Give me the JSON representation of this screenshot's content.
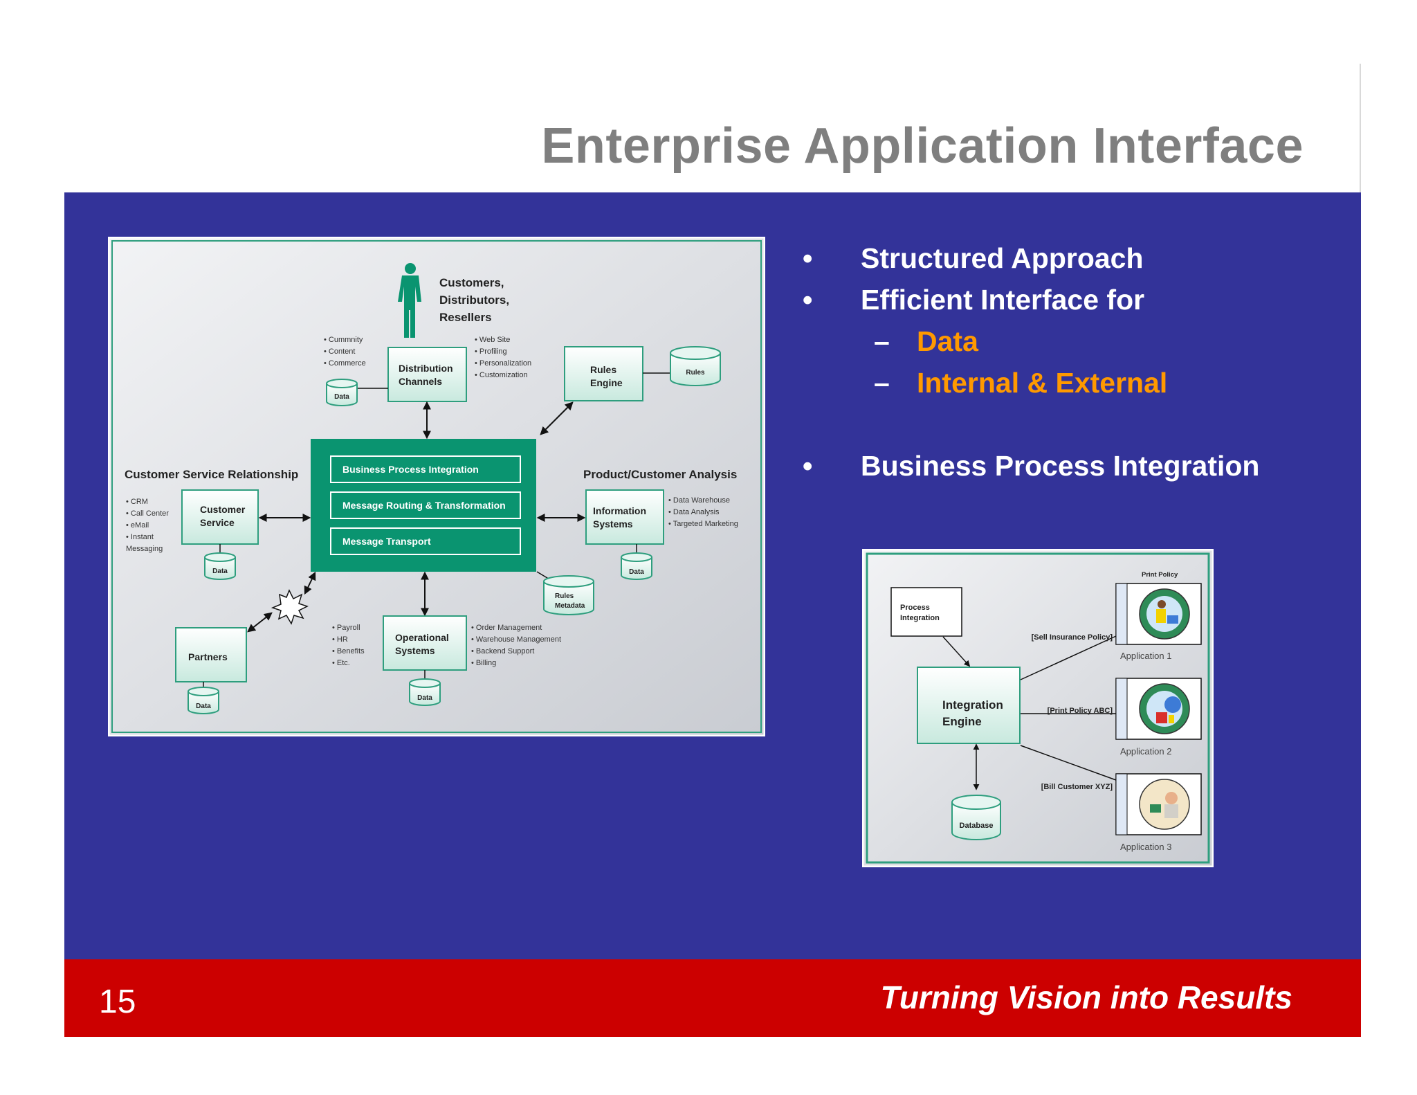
{
  "slide": {
    "title": "Enterprise Application Interface",
    "page_number": "15",
    "tagline": "Turning  Vision into Results"
  },
  "bullets": [
    {
      "level": 1,
      "marker": "•",
      "text": "Structured Approach"
    },
    {
      "level": 1,
      "marker": "•",
      "text": "Efficient Interface for"
    },
    {
      "level": 2,
      "marker": "–",
      "text": "Data"
    },
    {
      "level": 2,
      "marker": "–",
      "text": "Internal & External"
    },
    {
      "level": 1,
      "marker": "•",
      "text": "Business Process Integration"
    }
  ],
  "colors": {
    "panel": "#333399",
    "footer": "#cc0000",
    "title": "#7f7f7f",
    "subbullet": "#ff9900",
    "hub": "#0a9470",
    "box_fill": "#dff3ee",
    "box_stroke": "#2e9e7e"
  },
  "figure1": {
    "customers_label": [
      "Customers,",
      "Distributors,",
      "Resellers"
    ],
    "dist_left_bullets": [
      "• Cummnity",
      "• Content",
      "• Commerce"
    ],
    "dist_right_bullets": [
      "• Web Site",
      "• Profiling",
      "• Personalization",
      "• Customization"
    ],
    "distribution_channels": [
      "Distribution",
      "Channels"
    ],
    "rules_engine": [
      "Rules",
      "Engine"
    ],
    "rules_db": "Rules",
    "data": "Data",
    "hub_items": [
      "Business Process Integration",
      "Message Routing & Transformation",
      "Message Transport"
    ],
    "csr_header": "Customer  Service Relationship",
    "csr_bullets": [
      "• CRM",
      "• Call Center",
      "• eMail",
      "• Instant",
      "Messaging"
    ],
    "customer_service": [
      "Customer",
      "Service"
    ],
    "pca_header": "Product/Customer Analysis",
    "info_systems": [
      "Information",
      "Systems"
    ],
    "info_bullets": [
      "• Data Warehouse",
      "• Data Analysis",
      "• Targeted Marketing"
    ],
    "rules_metadata": [
      "Rules",
      "Metadata"
    ],
    "partners": "Partners",
    "ops_systems": [
      "Operational",
      "Systems"
    ],
    "ops_left_bullets": [
      "• Payroll",
      "• HR",
      "• Benefits",
      "• Etc."
    ],
    "ops_right_bullets": [
      "• Order Management",
      "• Warehouse Management",
      "• Backend Support",
      "• Billing"
    ]
  },
  "figure2": {
    "process_integration": [
      "Process",
      "Integration"
    ],
    "integration_engine": [
      "Integration",
      "Engine"
    ],
    "database": "Database",
    "print_policy": "Print Policy",
    "links": [
      "[Sell Insurance Policy]",
      "[Print Policy ABC]",
      "[Bill Customer XYZ]"
    ],
    "apps": [
      "Application 1",
      "Application 2",
      "Application 3"
    ]
  }
}
